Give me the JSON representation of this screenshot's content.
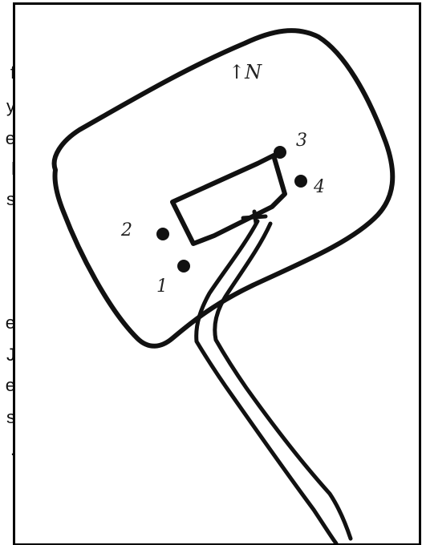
{
  "edge_text": [
    "f",
    "y",
    "e",
    "l",
    "s",
    "e",
    "J",
    "e",
    "s",
    "."
  ],
  "diagram": {
    "north_marker": "↑N",
    "points": [
      {
        "label": "1"
      },
      {
        "label": "2"
      },
      {
        "label": "3"
      },
      {
        "label": "4"
      }
    ]
  },
  "colors": {
    "ink": "#111111",
    "frame": "#000000",
    "background": "#ffffff"
  }
}
